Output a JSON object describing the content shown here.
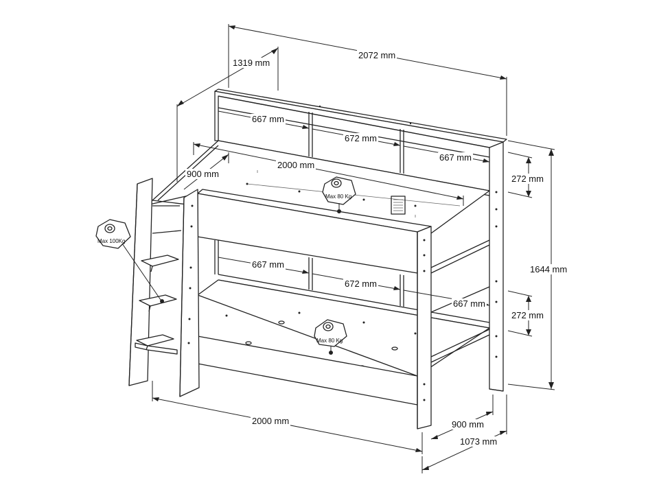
{
  "dimensions": {
    "overall_width": "2072 mm",
    "overall_depth": "1319 mm",
    "overall_height": "1644 mm",
    "top_shelf_left": "667 mm",
    "top_shelf_middle": "672 mm",
    "top_shelf_right": "667 mm",
    "top_bed_length": "2000 mm",
    "top_bed_width": "900 mm",
    "top_shelf_height": "272 mm",
    "bottom_shelf_left": "667 mm",
    "bottom_shelf_middle": "672 mm",
    "bottom_shelf_right": "667 mm",
    "bottom_shelf_height": "272 mm",
    "bottom_bed_length": "2000 mm",
    "bottom_bed_width": "900 mm",
    "frame_depth": "1073 mm"
  },
  "weight_limits": {
    "ladder": "Max 100Kg",
    "top_bunk": "Max 80  Kg",
    "bottom_bunk": "Max 80  Kg"
  }
}
